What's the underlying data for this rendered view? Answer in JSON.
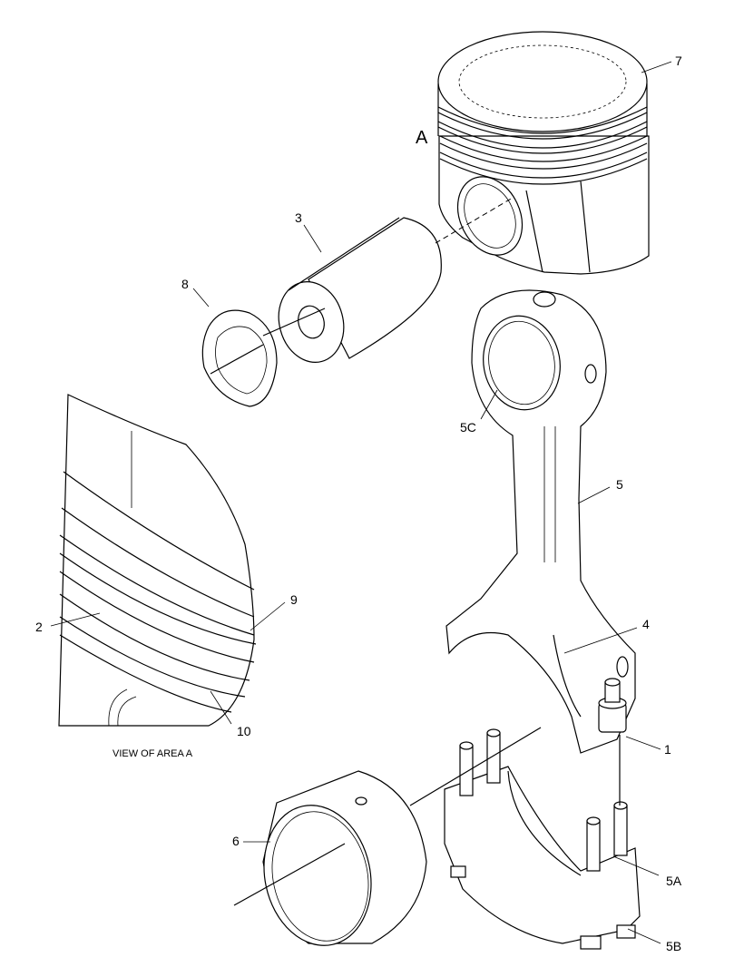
{
  "labels": {
    "piston": "7",
    "area_marker": "A",
    "piston_pin": "3",
    "retainer_ring": "8",
    "bore_bushing": "5C",
    "connecting_rod": "5",
    "upper_ring": "9",
    "lower_ring": "2",
    "oil_ring": "10",
    "bearing_tab": "4",
    "nut": "1",
    "bearing_shell": "6",
    "stud": "5A",
    "cap_nut": "5B"
  },
  "caption": "VIEW OF AREA A"
}
